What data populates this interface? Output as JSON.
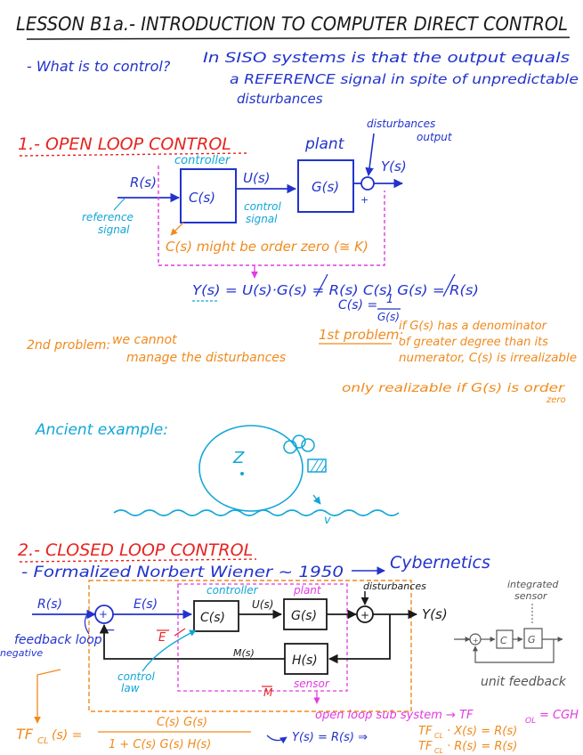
{
  "colors": {
    "ink": "#1a1a1a",
    "blue": "#2233cc",
    "red": "#e8231f",
    "orange": "#f08a1c",
    "cyan": "#12a6d8",
    "magenta": "#e23ae0",
    "gray": "#555555"
  },
  "title": "LESSON B1a.- INTRODUCTION TO COMPUTER DIRECT CONTROL",
  "intro": {
    "question": "- What is to control?",
    "answer_l1": "In SISO systems is that the output equals",
    "answer_l2": "a REFERENCE signal in spite of unpredictable",
    "answer_l3": "disturbances"
  },
  "open_loop": {
    "heading": "1.- OPEN LOOP CONTROL",
    "controller_label": "controller",
    "plant_label": "plant",
    "disturbances_label": "disturbances",
    "output_label": "output",
    "R": "R(s)",
    "C": "C(s)",
    "U": "U(s)",
    "G": "G(s)",
    "Y": "Y(s)",
    "plus": "+",
    "reference_l1": "reference",
    "reference_l2": "signal",
    "control_l1": "control",
    "control_l2": "signal",
    "order_note": "C(s) might be order zero (≅ K)",
    "eq1": "Y(s) = U(s)·G(s) = R(s) C(s) G(s) = R(s)",
    "eq2_lhs": "C(s) =",
    "eq2_num": "1",
    "eq2_den": "G(s)",
    "problem1_head": "1st problem:",
    "problem1_l1": "if G(s) has a denominator",
    "problem1_l2": "of greater degree than its",
    "problem1_l3": "numerator, C(s) is irrealizable",
    "problem1_l4": "only realizable if G(s) is order",
    "problem1_l5": "zero",
    "problem2_head": "2nd problem:",
    "problem2_l1": "we cannot",
    "problem2_l2": "manage the disturbances"
  },
  "ancient": {
    "heading": "Ancient example:",
    "v_label": "v",
    "z_label": "Z"
  },
  "closed_loop": {
    "heading": "2.- CLOSED LOOP CONTROL",
    "formalized": "- Formalized Norbert Wiener ~ 1950",
    "cybernetics": "Cybernetics",
    "controller_label": "controller",
    "plant_label": "plant",
    "disturbances_label": "disturbances",
    "integrated_l1": "integrated",
    "integrated_l2": "sensor",
    "R": "R(s)",
    "E": "E(s)",
    "Ebar": "E",
    "C": "C(s)",
    "U": "U(s)",
    "G": "G(s)",
    "Y": "Y(s)",
    "M": "M(s)",
    "Mbar": "M",
    "H": "H(s)",
    "plus": "+",
    "minus": "−",
    "feedback_l1": "feedback loop",
    "feedback_l2": "negative",
    "control_law_l1": "control",
    "control_law_l2": "law",
    "sensor_label": "sensor",
    "mini_C": "C",
    "mini_G": "G",
    "mini_sum": "+",
    "unit_feedback": "unit feedback",
    "open_loop_sub": "open loop sub system → TF",
    "tf_ol_sub": "OL",
    "tf_ol_eq": "= CGH",
    "tf_cl_lhs": "TF",
    "tf_cl_sub": "CL",
    "tf_cl_s": "(s) =",
    "tf_cl_num": "C(s) G(s)",
    "tf_cl_den": "1 + C(s) G(s) H(s)",
    "y_eq": "Y(s) = R(s) ⇒",
    "tfcl_eq1": "TF",
    "tfcl_eq1_sub": "CL",
    "tfcl_eq1_rest": "· X(s) = R(s)",
    "tfcl_eq2": "TF",
    "tfcl_eq2_sub": "CL",
    "tfcl_eq2_rest": "· R(s) = R(s)"
  }
}
